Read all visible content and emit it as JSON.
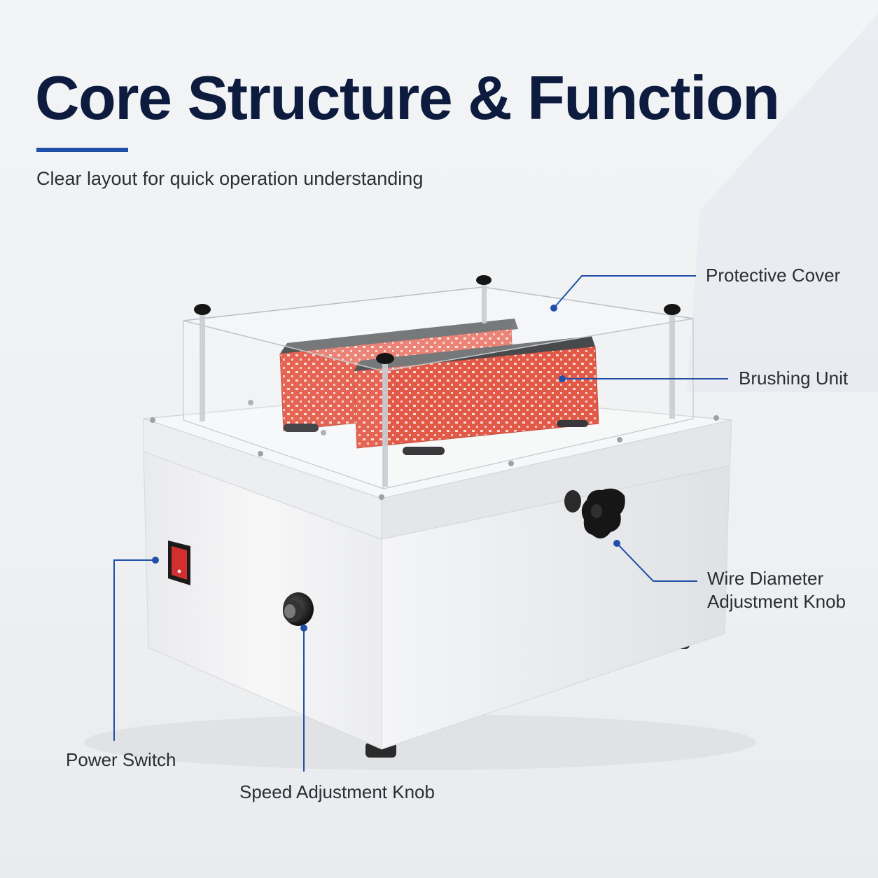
{
  "header": {
    "title": "Core Structure & Function",
    "subtitle": "Clear layout for quick operation understanding"
  },
  "callouts": {
    "protective_cover": "Protective Cover",
    "brushing_unit": "Brushing Unit",
    "wire_diameter_line1": "Wire Diameter",
    "wire_diameter_line2": "Adjustment Knob",
    "power_switch": "Power Switch",
    "speed_knob": "Speed Adjustment Knob"
  },
  "colors": {
    "title": "#0d1b3e",
    "accent": "#1f4fa8",
    "brush": "#e0432e",
    "switch": "#d32f2f"
  }
}
